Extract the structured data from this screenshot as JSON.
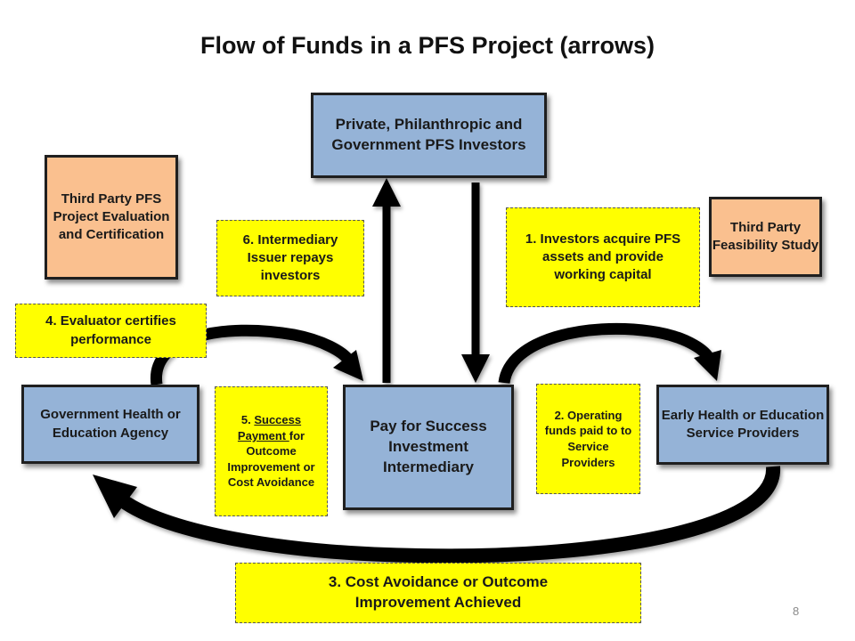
{
  "title": "Flow of Funds in a PFS Project (arrows)",
  "page_number": "8",
  "colors": {
    "entity_box": "#95b3d7",
    "third_party_box": "#fac08f",
    "step_label": "#ffff00",
    "arrow": "#000000"
  },
  "boxes": {
    "investors": "Private, Philanthropic and Government PFS Investors",
    "intermediary": "Pay for Success Investment Intermediary",
    "government": "Government Health or Education Agency",
    "providers": "Early Health or Education Service Providers",
    "evaluation": "Third Party PFS Project Evaluation and Certification",
    "feasibility": "Third Party Feasibility Study"
  },
  "steps": {
    "step1": "1. Investors acquire PFS assets and provide working capital",
    "step2": "2. Operating funds paid to to Service Providers",
    "step3_line1": "3. Cost Avoidance or Outcome",
    "step3_line2": "Improvement  Achieved",
    "step4": "4. Evaluator  certifies performance",
    "step5_prefix": "5. ",
    "step5_underlined": "Success Payment ",
    "step5_suffix": "for Outcome Improvement or Cost Avoidance",
    "step6": "6. Intermediary Issuer repays investors"
  }
}
